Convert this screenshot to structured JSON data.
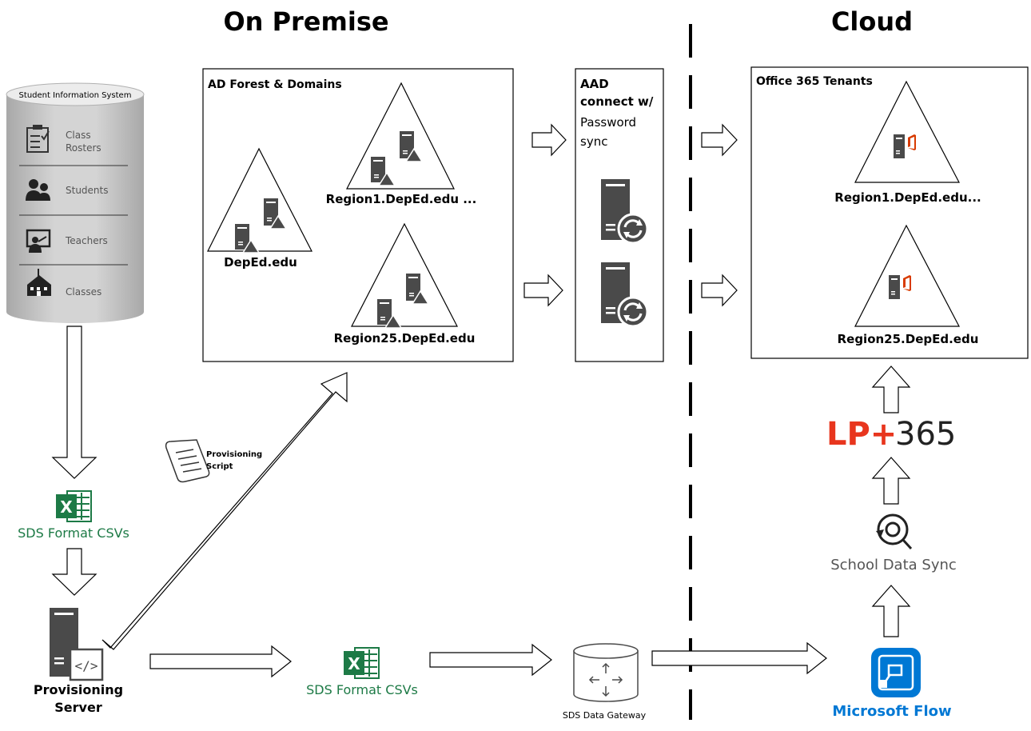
{
  "headings": {
    "on_premise": "On Premise",
    "cloud": "Cloud"
  },
  "sis": {
    "title": "Student Information System",
    "items": [
      {
        "label_line1": "Class",
        "label_line2": "Rosters",
        "icon": "clipboard-checklist-icon"
      },
      {
        "label_line1": "Students",
        "label_line2": "",
        "icon": "people-icon"
      },
      {
        "label_line1": "Teachers",
        "label_line2": "",
        "icon": "teacher-board-icon"
      },
      {
        "label_line1": "Classes",
        "label_line2": "",
        "icon": "school-building-icon"
      }
    ]
  },
  "csv_left": {
    "label": "SDS Format CSVs",
    "icon": "excel-icon"
  },
  "csv_mid": {
    "label": "SDS Format CSVs",
    "icon": "excel-icon"
  },
  "provisioning_server": {
    "label_line1": "Provisioning",
    "label_line2": "Server",
    "icon": "server-code-icon"
  },
  "provisioning_script": {
    "label_line1": "Provisioning",
    "label_line2": "Script",
    "icon": "scroll-icon"
  },
  "ad_forest": {
    "title": "AD Forest & Domains",
    "domains": [
      {
        "label": "DepEd.edu"
      },
      {
        "label": "Region1.DepEd.edu ..."
      },
      {
        "label": "Region25.DepEd.edu"
      }
    ]
  },
  "aad_connect": {
    "line1": "AAD",
    "line2": "connect w/",
    "line3": "Password",
    "line4": "sync"
  },
  "o365": {
    "title": "Office 365 Tenants",
    "tenants": [
      {
        "label": "Region1.DepEd.edu..."
      },
      {
        "label": "Region25.DepEd.edu"
      }
    ]
  },
  "gateway": {
    "label": "SDS Data Gateway",
    "icon": "gateway-cylinder-icon"
  },
  "flow": {
    "label": "Microsoft Flow",
    "icon": "flow-icon"
  },
  "sds": {
    "label": "School Data Sync",
    "icon": "sds-sync-icon"
  },
  "lp365": {
    "brand": "LP+",
    "suffix": "365"
  },
  "colors": {
    "excel_green": "#1d7a46",
    "server_grey": "#4a4a4a",
    "office_red": "#d83b01",
    "flow_blue": "#0078d4",
    "lp_red": "#e8361e",
    "cylinder_grey": "#c8c8c8"
  }
}
